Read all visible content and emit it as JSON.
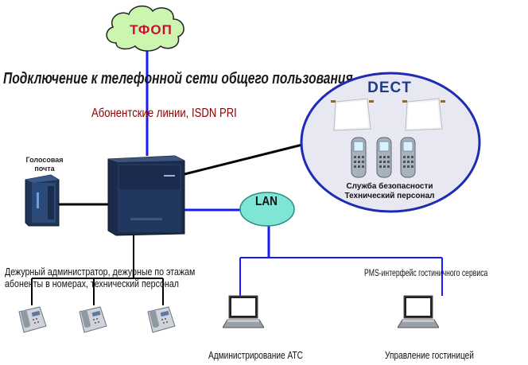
{
  "diagram": {
    "cloud": {
      "label": "ТФОП"
    },
    "headline": "Подключение к телефонной сети общего пользования",
    "trunk_label": "Абонентские линии, ISDN PRI",
    "voicemail": {
      "label_line1": "Голосовая",
      "label_line2": "почта"
    },
    "dect": {
      "title": "DECT",
      "caption_line1": "Служба безопасности",
      "caption_line2": "Технический персонал"
    },
    "lan": {
      "label": "LAN"
    },
    "users": {
      "line1": "Дежурный администратор, дежурные по этажам",
      "line2": "абоненты в номерах, технический персонал"
    },
    "pms_label": "PMS-интерфейс гостиничного сервиса",
    "pc_admin_label": "Администрирование АТС",
    "pc_hotel_label": "Управление гостиницей",
    "colors": {
      "link_blue": "#1a1aff",
      "link_black": "#000000",
      "cloud_green": "#ccf5b0",
      "lan_fill": "#7fe6d6",
      "dect_fill": "#e8e8f2",
      "dect_border": "#1f2bb5"
    }
  }
}
